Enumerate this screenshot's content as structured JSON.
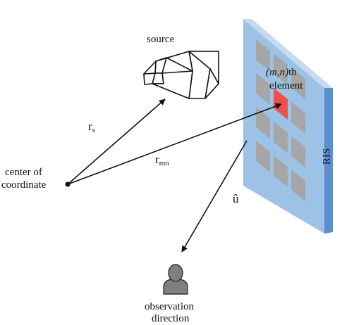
{
  "labels": {
    "source": "source",
    "element_idx": "(m,n)",
    "element_th": "th",
    "element_word": "element",
    "r_s_main": "r",
    "r_s_sub": "s",
    "r_mn_main": "r",
    "r_mn_sub": "mn",
    "u_hat": "û",
    "center_line1": "center of",
    "center_line2": "coordinate",
    "ris": "RIS",
    "obs_line1": "observation",
    "obs_line2": "direction"
  },
  "colors": {
    "ris_face": "#9cc2e6",
    "ris_side": "#5b8fd0",
    "ris_top": "#c5daf0",
    "cell": "#a6a6a6",
    "cell_highlight": "#f0504a",
    "arrow": "#111111",
    "person": "#7f7f7f"
  },
  "icons": {
    "source": "horn-antenna-icon",
    "observer": "person-icon"
  }
}
